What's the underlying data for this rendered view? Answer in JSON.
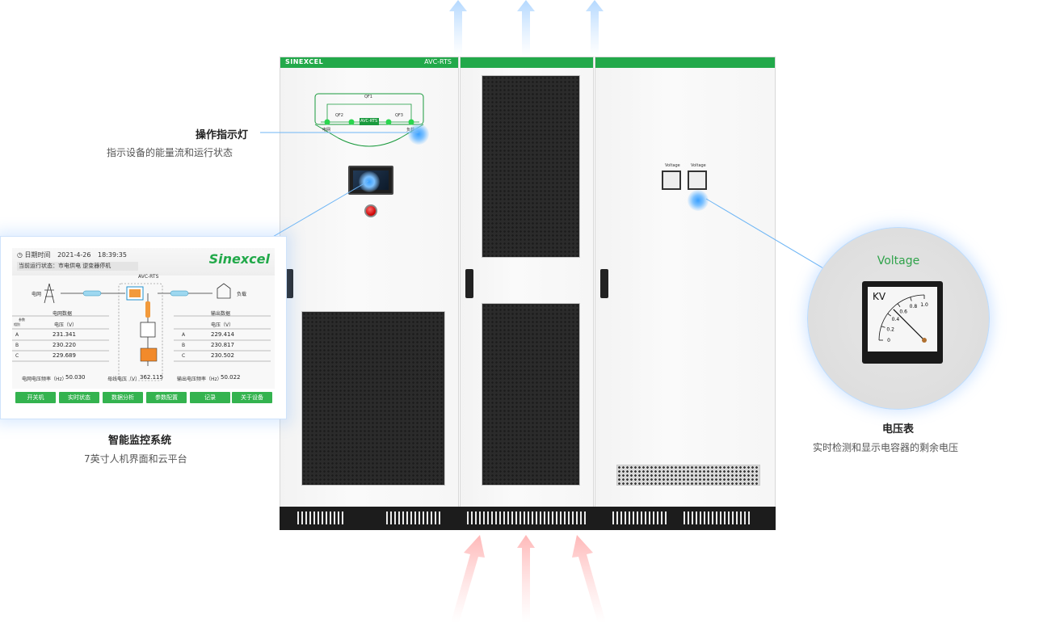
{
  "cabinet": {
    "brand": "SINEXCEL",
    "model": "AVC-RTS"
  },
  "mimic": {
    "qf1": "QF1",
    "qf2": "QF2",
    "qf3": "QF3",
    "center": "AVC-RTS",
    "left": "电网",
    "right": "负载"
  },
  "meters": {
    "label_a": "Voltage",
    "label_b": "Voltage"
  },
  "callouts": {
    "indicator_title": "操作指示灯",
    "indicator_desc": "指示设备的能量流和运行状态",
    "monitor_title": "智能监控系统",
    "monitor_desc": "7英寸人机界面和云平台",
    "voltmeter_title": "电压表",
    "voltmeter_desc": "实时检测和显示电容器的剩余电压"
  },
  "hmi": {
    "date_label": "日期时间",
    "date": "2021-4-26",
    "time": "18:39:35",
    "status_label": "当前运行状态：",
    "status": "市电供电 逆变器停机",
    "logo": "Sinexcel",
    "grid_label": "电网",
    "load_label": "负载",
    "center_label": "AVC-RTS",
    "grid_data_title": "电网数据",
    "output_data_title": "输出数据",
    "param_label": "参数",
    "phase_label": "相别",
    "voltage_header": "电压（V）",
    "phases": [
      "A",
      "B",
      "C"
    ],
    "grid_voltages": [
      "231.341",
      "230.220",
      "229.689"
    ],
    "output_voltages": [
      "229.414",
      "230.817",
      "230.502"
    ],
    "grid_freq_label": "电网电压频率（Hz）",
    "grid_freq": "50.030",
    "bus_voltage_label": "母线电压（V）",
    "bus_voltage": "362.115",
    "output_freq_label": "输出电压频率（Hz）",
    "output_freq": "50.022",
    "buttons": [
      "开关机",
      "实时状态",
      "数据分析",
      "参数配置",
      "记录",
      "关于设备"
    ]
  },
  "voltmeter_zoom": {
    "title": "Voltage",
    "unit": "KV",
    "scale": [
      "0",
      "0.2",
      "0.4",
      "0.6",
      "0.8",
      "1.0"
    ],
    "reading_kv": 0.5
  },
  "colors": {
    "brand_green": "#22a94a",
    "glow_blue": "#3aa0ff",
    "leader_blue": "#6fb6f5"
  }
}
